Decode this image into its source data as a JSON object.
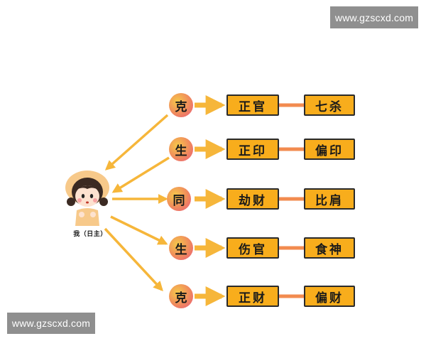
{
  "watermark_top": "www.gzscxd.com",
  "watermark_bottom": "www.gzscxd.com",
  "center": {
    "label": "我（日主）"
  },
  "rows": [
    {
      "relation": "克",
      "first": "正官",
      "second": "七杀"
    },
    {
      "relation": "生",
      "first": "正印",
      "second": "偏印"
    },
    {
      "relation": "同",
      "first": "劫财",
      "second": "比肩"
    },
    {
      "relation": "生",
      "first": "伤官",
      "second": "食神"
    },
    {
      "relation": "克",
      "first": "正财",
      "second": "偏财"
    }
  ],
  "colors": {
    "box_fill": "#f8ad1c",
    "arrow": "#f6b63a",
    "connector": "#f28b4f",
    "circle_gradient": [
      "#f6c84a",
      "#f08a5d",
      "#e8577e"
    ]
  }
}
